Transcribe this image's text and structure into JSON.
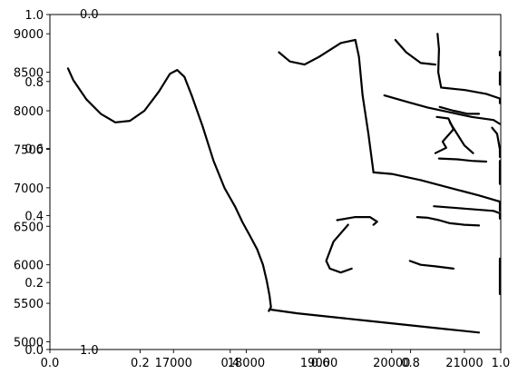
{
  "chart_data": {
    "type": "line",
    "title": "",
    "xlabel": "",
    "ylabel": "",
    "grid": false,
    "legend": "none",
    "axes": [
      {
        "id": "primary",
        "xlim": [
          0.0,
          1.0
        ],
        "ylim": [
          0.0,
          1.0
        ],
        "xticks": [
          0.0,
          0.2,
          0.4,
          0.6,
          0.8,
          1.0
        ],
        "xtick_labels": [
          "0.0",
          "0.2",
          "0.4",
          "0.6",
          "0.8",
          "1.0"
        ],
        "yticks": [
          0.0,
          0.2,
          0.4,
          0.6,
          0.8,
          1.0
        ],
        "ytick_labels": [
          "0.0",
          "0.2",
          "0.4",
          "0.6",
          "0.8",
          "1.0"
        ]
      },
      {
        "id": "data",
        "xlim": [
          15300,
          21500
        ],
        "ylim": [
          4900,
          9250
        ],
        "xticks": [
          17000,
          18000,
          19000,
          20000,
          21000
        ],
        "xtick_labels": [
          "17000",
          "18000",
          "19000",
          "20000",
          "21000"
        ],
        "yticks": [
          5000,
          5500,
          6000,
          6500,
          7000,
          7500,
          8000,
          8500,
          9000
        ],
        "ytick_labels": [
          "5000",
          "5500",
          "6000",
          "6500",
          "7000",
          "7500",
          "8000",
          "8500",
          "9000"
        ]
      }
    ],
    "overlap_labels": [
      {
        "text": "0.0",
        "anchor": "top-left-x"
      },
      {
        "text": "1.0",
        "anchor": "bottom-left-x"
      }
    ],
    "stroke_color": "#000000",
    "series": [
      {
        "x": [
          15550,
          15620,
          15800,
          16000,
          16200,
          16400,
          16600,
          16800,
          16950,
          17050,
          17150,
          17250
        ],
        "y": [
          8550,
          8400,
          8150,
          7960,
          7850,
          7870,
          8000,
          8250,
          8480,
          8530,
          8440,
          8200
        ]
      },
      {
        "x": [
          17250,
          17400,
          17550,
          17700,
          17850,
          17950,
          18050,
          18150,
          18230,
          18280,
          18320,
          18340,
          18310,
          18320
        ],
        "y": [
          8200,
          7800,
          7350,
          7000,
          6750,
          6550,
          6380,
          6200,
          6000,
          5800,
          5600,
          5450,
          5400,
          5420
        ]
      },
      {
        "x": [
          18320,
          18700,
          19200,
          19700,
          20200,
          20700,
          21200
        ],
        "y": [
          5420,
          5370,
          5320,
          5270,
          5220,
          5170,
          5120
        ]
      },
      {
        "x": [
          18450,
          18600,
          18800,
          19000,
          19300,
          19500
        ],
        "y": [
          8760,
          8640,
          8600,
          8700,
          8880,
          8920
        ]
      },
      {
        "x": [
          19500,
          19550,
          19600,
          19680,
          19750
        ],
        "y": [
          8920,
          8700,
          8200,
          7700,
          7200
        ]
      },
      {
        "x": [
          19750,
          20000,
          20400,
          20800,
          21200,
          21600,
          22000,
          22300
        ],
        "y": [
          7200,
          7180,
          7100,
          7000,
          6900,
          6820,
          6750,
          6700
        ]
      },
      {
        "x": [
          20050,
          20200,
          20400,
          20600
        ],
        "y": [
          8920,
          8760,
          8620,
          8600
        ]
      },
      {
        "x": [
          20630,
          20650,
          20640,
          20680
        ],
        "y": [
          9000,
          8800,
          8500,
          8300
        ]
      },
      {
        "x": [
          20700,
          21000,
          21300,
          21600,
          21900
        ],
        "y": [
          8300,
          8270,
          8220,
          8160,
          8100
        ]
      },
      {
        "x": [
          19900,
          20200,
          20500,
          20800,
          21100,
          21400,
          21750
        ],
        "y": [
          8200,
          8120,
          8040,
          7980,
          7920,
          7880,
          7830
        ]
      },
      {
        "x": [
          20660,
          20850,
          21050,
          21200
        ],
        "y": [
          8050,
          8000,
          7960,
          7960
        ]
      },
      {
        "x": [
          20620,
          20780,
          20850,
          20700,
          20750,
          20600
        ],
        "y": [
          7920,
          7900,
          7760,
          7600,
          7520,
          7450
        ]
      },
      {
        "x": [
          20800,
          20900,
          21000,
          21120
        ],
        "y": [
          7850,
          7700,
          7550,
          7450
        ]
      },
      {
        "x": [
          21380,
          21450,
          21500,
          21600
        ],
        "y": [
          7780,
          7700,
          7500,
          7400
        ]
      },
      {
        "x": [
          21950,
          21700,
          21600,
          21650,
          21800,
          21900
        ],
        "y": [
          7350,
          7300,
          7200,
          7080,
          7050,
          7100
        ]
      },
      {
        "x": [
          20650,
          20900,
          21100,
          21300
        ],
        "y": [
          7380,
          7370,
          7350,
          7340
        ]
      },
      {
        "x": [
          19250,
          19500,
          19700,
          19800,
          19750
        ],
        "y": [
          6580,
          6620,
          6620,
          6560,
          6520
        ]
      },
      {
        "x": [
          19400,
          19200,
          19100,
          19150,
          19300,
          19450
        ],
        "y": [
          6520,
          6300,
          6050,
          5950,
          5900,
          5950
        ]
      },
      {
        "x": [
          20350,
          20500,
          20650,
          20800,
          21000,
          21200
        ],
        "y": [
          6620,
          6610,
          6580,
          6540,
          6520,
          6510
        ]
      },
      {
        "x": [
          20250,
          20400,
          20600,
          20850
        ],
        "y": [
          6050,
          6000,
          5980,
          5950
        ]
      },
      {
        "x": [
          21550,
          21700,
          21900,
          21800,
          21650,
          21600
        ],
        "y": [
          6050,
          6080,
          5950,
          5850,
          5720,
          5620
        ]
      },
      {
        "x": [
          20580,
          21000,
          21400,
          21800,
          22200,
          22600
        ],
        "y": [
          6760,
          6730,
          6700,
          6670,
          6650,
          6600
        ]
      },
      {
        "x": [
          22050,
          22300,
          22550,
          22700
        ],
        "y": [
          8770,
          8760,
          8740,
          8720
        ]
      },
      {
        "x": [
          22200,
          22450,
          22700,
          22800
        ],
        "y": [
          8500,
          8420,
          8360,
          8340
        ]
      }
    ]
  }
}
